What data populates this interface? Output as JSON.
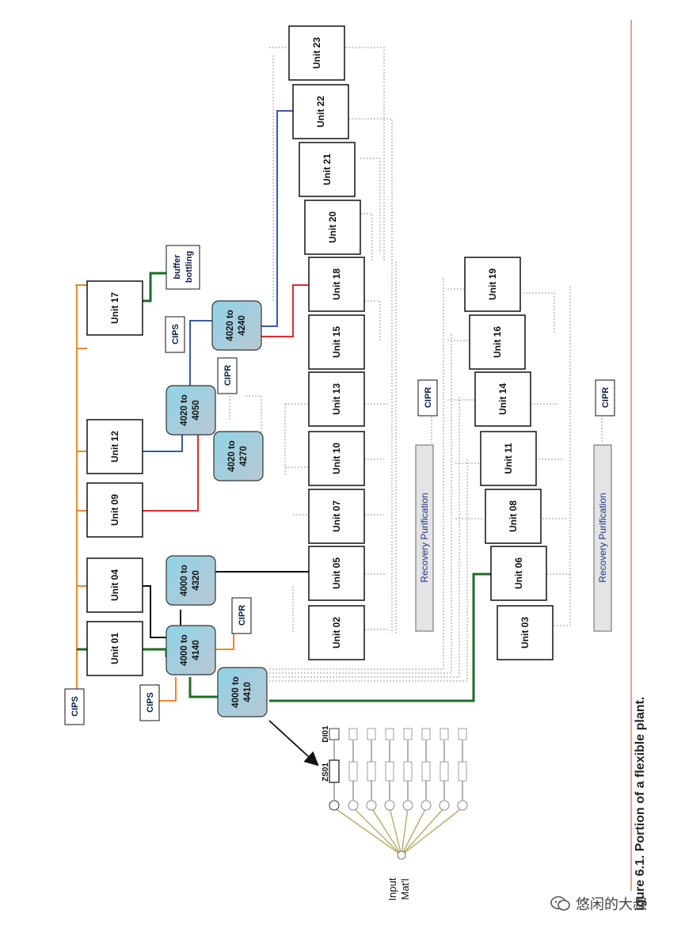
{
  "units": {
    "u01": "Unit 01",
    "u02": "Unit 02",
    "u03": "Unit 03",
    "u04": "Unit 04",
    "u05": "Unit 05",
    "u06": "Unit 06",
    "u07": "Unit 07",
    "u08": "Unit 08",
    "u09": "Unit 09",
    "u10": "Unit 10",
    "u11": "Unit 11",
    "u12": "Unit 12",
    "u13": "Unit 13",
    "u14": "Unit 14",
    "u15": "Unit 15",
    "u16": "Unit 16",
    "u17": "Unit 17",
    "u18": "Unit 18",
    "u19": "Unit 19",
    "u20": "Unit 20",
    "u21": "Unit 21",
    "u22": "Unit 22",
    "u23": "Unit 23"
  },
  "nodes": {
    "n4140": {
      "line1": "4000 to",
      "line2": "4140"
    },
    "n4320": {
      "line1": "4000 to",
      "line2": "4320"
    },
    "n4410": {
      "line1": "4000 to",
      "line2": "4410"
    },
    "n4050": {
      "line1": "4020 to",
      "line2": "4050"
    },
    "n4270": {
      "line1": "4020 to",
      "line2": "4270"
    },
    "n4240": {
      "line1": "4020 to",
      "line2": "4240"
    }
  },
  "tags": {
    "cips": "CIPS",
    "cipr": "CIPR",
    "buffer_line1": "buffer",
    "buffer_line2": "bottling"
  },
  "recovery_label": "Recovery  Purification",
  "manifold": {
    "input_line1": "Input",
    "input_line2": "Mat'l",
    "zs_label": "ZS01",
    "di_label": "DI01"
  },
  "caption": "igure 6.1.     Portion of a flexible plant.",
  "watermark": "悠闲的大叔",
  "colors": {
    "orange": "#e88a2e",
    "green": "#1e6b2a",
    "red": "#e02a2a",
    "blue": "#3a5aa8",
    "black": "#111111",
    "node_fill_top": "#8fd3e8",
    "node_fill_bottom": "#b9c8d2",
    "manifold_line": "#b8b070",
    "accent_rule": "#e8846a"
  }
}
